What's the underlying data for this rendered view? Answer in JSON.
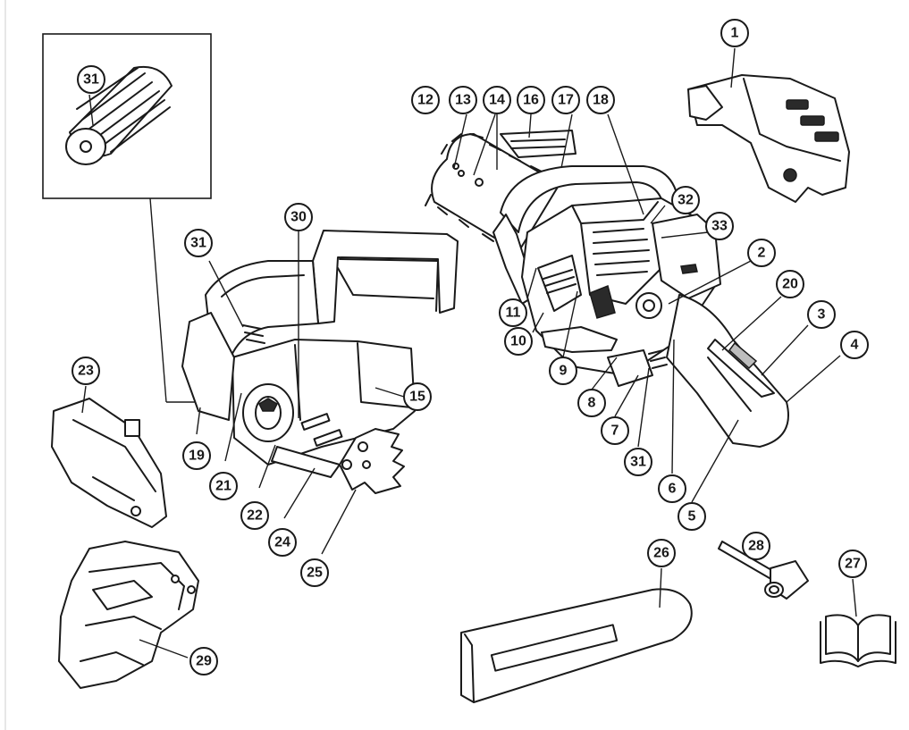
{
  "callouts": [
    {
      "id": "1",
      "label": "1"
    },
    {
      "id": "2",
      "label": "2"
    },
    {
      "id": "3",
      "label": "3"
    },
    {
      "id": "4",
      "label": "4"
    },
    {
      "id": "5",
      "label": "5"
    },
    {
      "id": "6",
      "label": "6"
    },
    {
      "id": "7",
      "label": "7"
    },
    {
      "id": "8",
      "label": "8"
    },
    {
      "id": "9",
      "label": "9"
    },
    {
      "id": "10",
      "label": "10"
    },
    {
      "id": "11",
      "label": "11"
    },
    {
      "id": "12",
      "label": "12"
    },
    {
      "id": "13",
      "label": "13"
    },
    {
      "id": "14",
      "label": "14"
    },
    {
      "id": "15",
      "label": "15"
    },
    {
      "id": "16",
      "label": "16"
    },
    {
      "id": "17",
      "label": "17"
    },
    {
      "id": "18",
      "label": "18"
    },
    {
      "id": "19",
      "label": "19"
    },
    {
      "id": "20",
      "label": "20"
    },
    {
      "id": "21",
      "label": "21"
    },
    {
      "id": "22",
      "label": "22"
    },
    {
      "id": "23",
      "label": "23"
    },
    {
      "id": "24",
      "label": "24"
    },
    {
      "id": "25",
      "label": "25"
    },
    {
      "id": "26",
      "label": "26"
    },
    {
      "id": "27",
      "label": "27"
    },
    {
      "id": "28",
      "label": "28"
    },
    {
      "id": "29",
      "label": "29"
    },
    {
      "id": "30",
      "label": "30"
    },
    {
      "id": "31a",
      "label": "31"
    },
    {
      "id": "31b",
      "label": "31"
    },
    {
      "id": "31c",
      "label": "31"
    },
    {
      "id": "32",
      "label": "32"
    },
    {
      "id": "33",
      "label": "33"
    }
  ]
}
